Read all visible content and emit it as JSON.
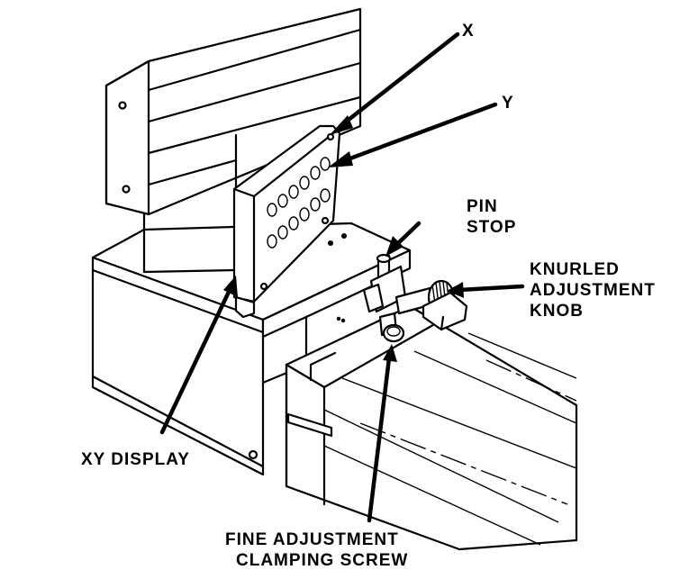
{
  "labels": {
    "x": "X",
    "y": "Y",
    "pin_stop": [
      "PIN",
      "STOP"
    ],
    "knurled_knob": [
      "KNURLED",
      "ADJUSTMENT",
      "KNOB"
    ],
    "xy_display": "XY DISPLAY",
    "fine_adjustment": [
      "FINE ADJUSTMENT",
      "CLAMPING SCREW"
    ]
  }
}
